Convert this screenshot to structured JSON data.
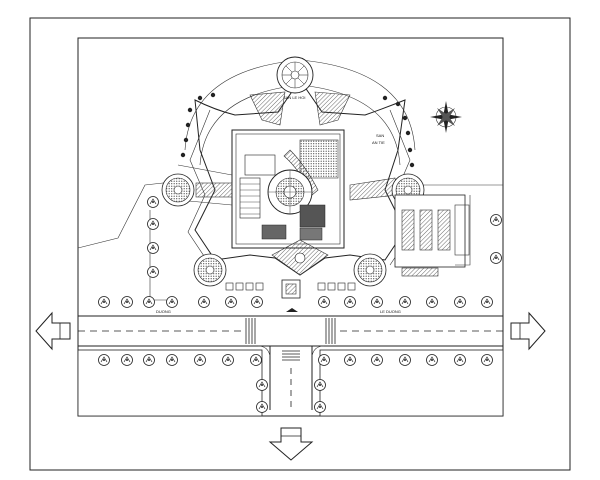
{
  "drawing": {
    "labels": {
      "top_feature": "SAN LE HOI",
      "east_label_1": "SAN",
      "east_label_2": "AN TIE",
      "road_west": "DUONG",
      "road_east": "LE DUONG"
    },
    "north_symbol": "compass-rose-icon",
    "arrows": [
      "arrow-left-icon",
      "arrow-right-icon",
      "arrow-down-icon"
    ]
  }
}
